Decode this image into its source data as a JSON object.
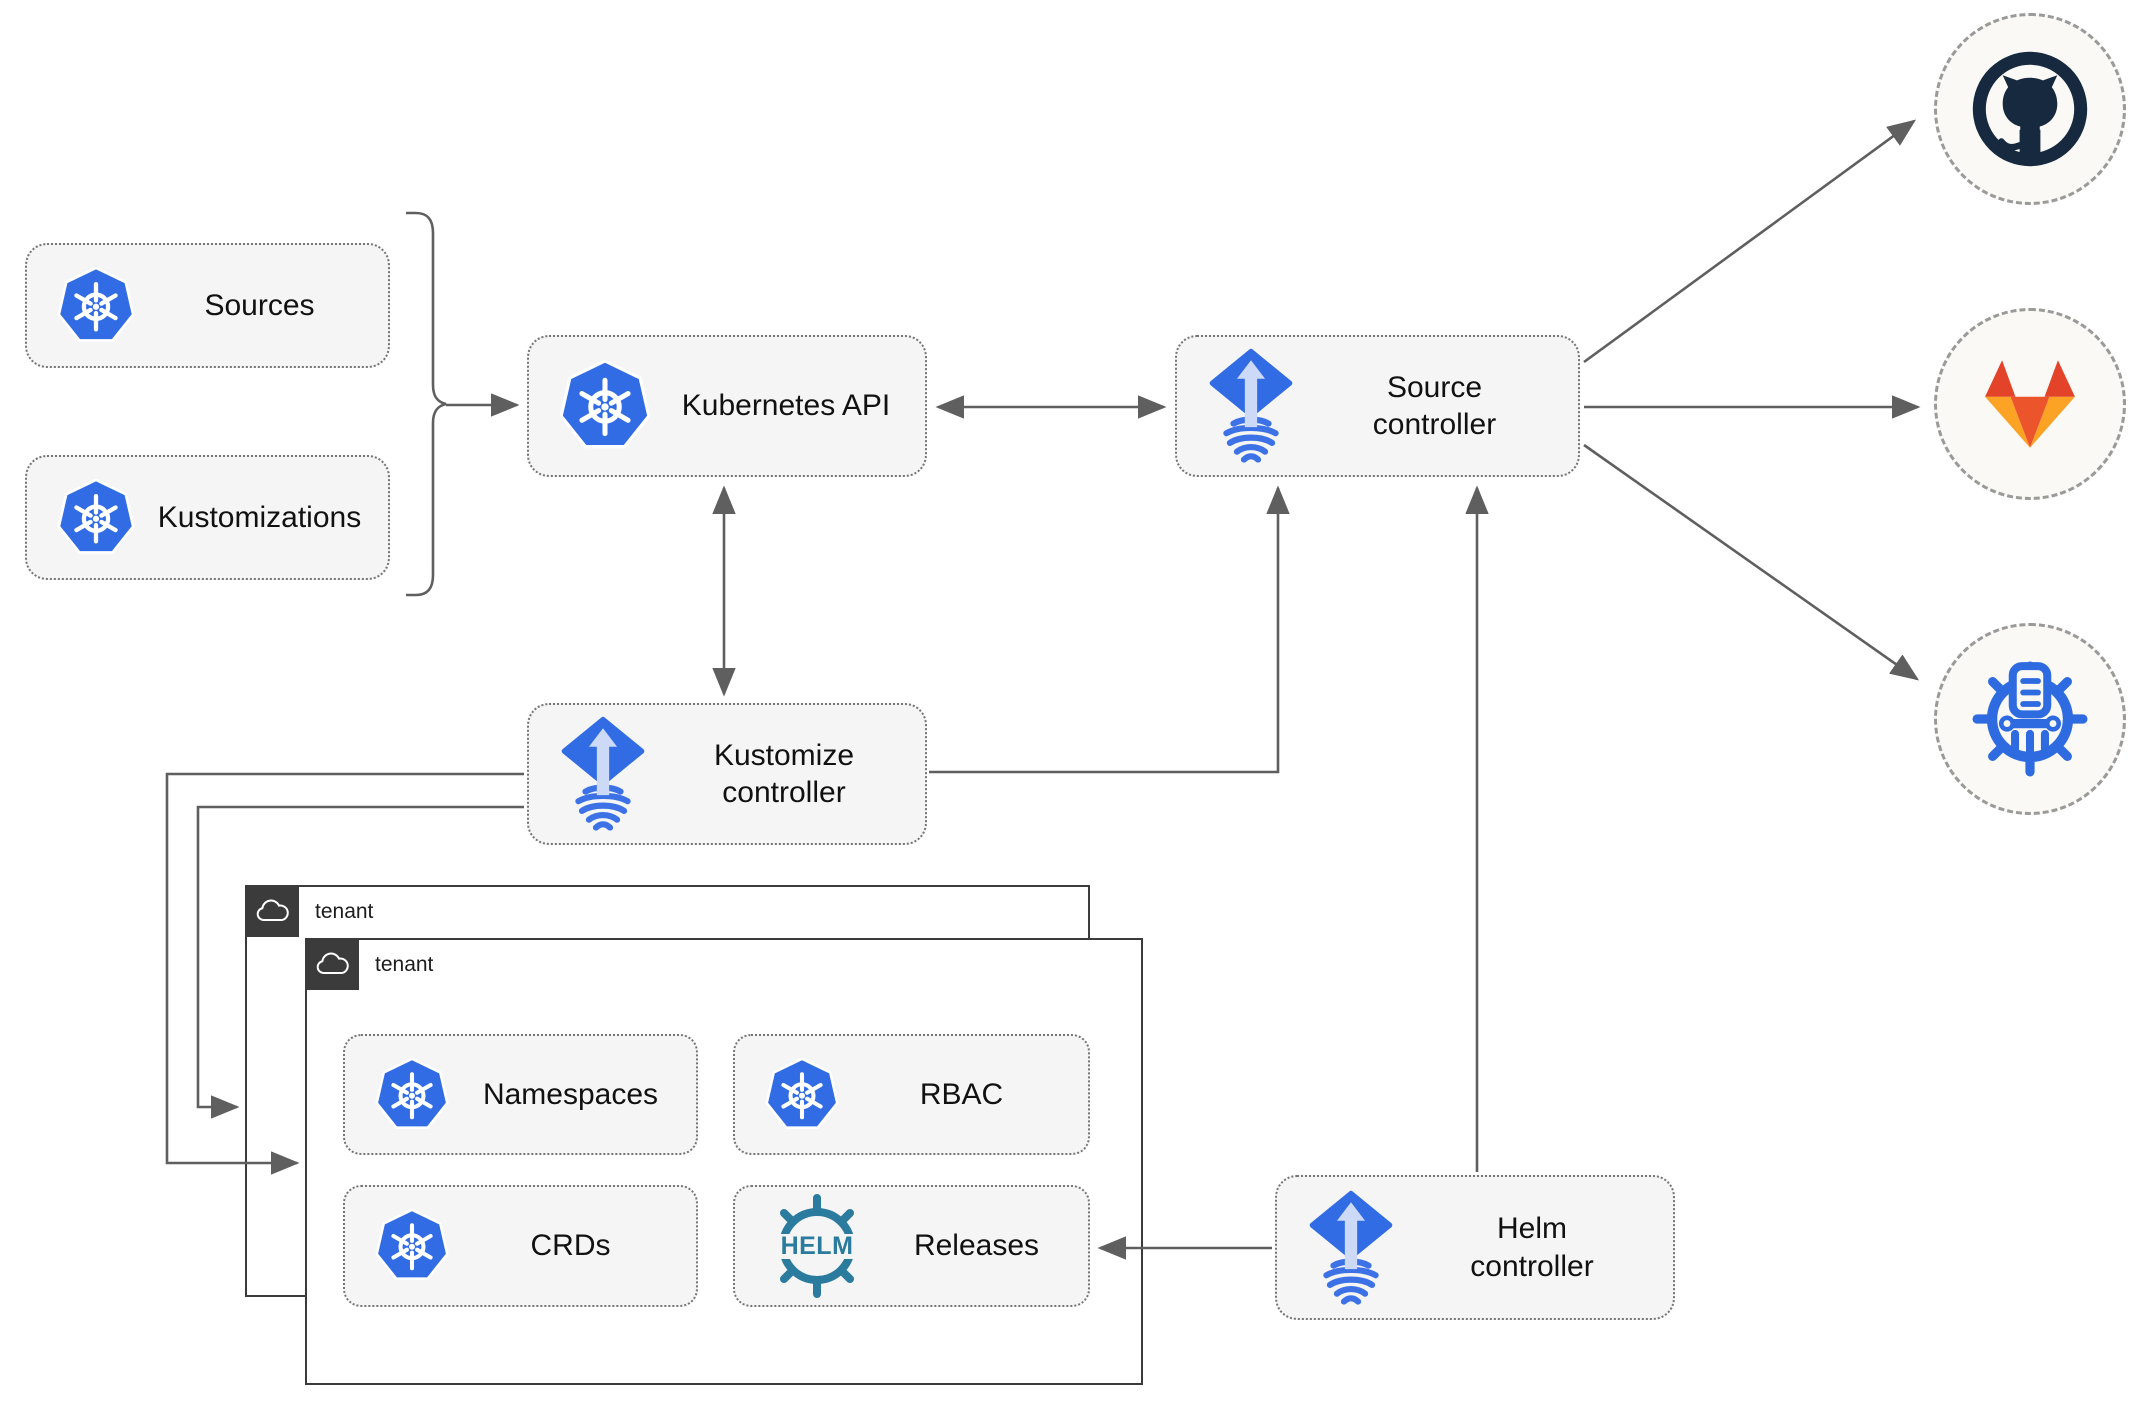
{
  "nodes": {
    "sources": "Sources",
    "kustomizations": "Kustomizations",
    "kubernetes_api": "Kubernetes API",
    "source_controller": "Source controller",
    "kustomize_controller": "Kustomize controller",
    "helm_controller": "Helm controller",
    "namespaces": "Namespaces",
    "rbac": "RBAC",
    "crds": "CRDs",
    "releases": "Releases"
  },
  "tenants": {
    "back_label": "tenant",
    "front_label": "tenant"
  },
  "helm_logo_text": "HELM",
  "external_targets": [
    {
      "name": "github",
      "icon": "github-octocat-icon"
    },
    {
      "name": "gitlab",
      "icon": "gitlab-tanuki-icon"
    },
    {
      "name": "chartmuseum",
      "icon": "chartmuseum-wheel-icon"
    }
  ],
  "edges": [
    {
      "from": "sources+kustomizations",
      "to": "kubernetes_api",
      "style": "arrow"
    },
    {
      "from": "kubernetes_api",
      "to": "source_controller",
      "style": "double-arrow"
    },
    {
      "from": "kubernetes_api",
      "to": "kustomize_controller",
      "style": "double-arrow"
    },
    {
      "from": "kustomize_controller",
      "to": "source_controller",
      "style": "arrow"
    },
    {
      "from": "kustomize_controller",
      "to": "tenant_front",
      "style": "arrow"
    },
    {
      "from": "kustomize_controller",
      "to": "tenant_back",
      "style": "arrow"
    },
    {
      "from": "helm_controller",
      "to": "source_controller",
      "style": "arrow"
    },
    {
      "from": "helm_controller",
      "to": "releases",
      "style": "arrow"
    },
    {
      "from": "source_controller",
      "to": "github",
      "style": "arrow"
    },
    {
      "from": "source_controller",
      "to": "gitlab",
      "style": "arrow"
    },
    {
      "from": "source_controller",
      "to": "chartmuseum",
      "style": "arrow"
    }
  ],
  "colors": {
    "kubernetes_blue": "#326ce5",
    "flux_blue": "#316ce4",
    "flux_arrow_light": "#ccd9f7",
    "helm_teal": "#2a7b9e",
    "github_dark": "#16293e",
    "gitlab_red": "#e24329",
    "gitlab_orange": "#ec552c",
    "gitlab_amber": "#fca326",
    "chartmuseum_blue": "#2f6be0",
    "line_gray": "#5f5f5f",
    "node_fill": "#f5f5f5",
    "tenant_dark": "#3b3b3b"
  }
}
